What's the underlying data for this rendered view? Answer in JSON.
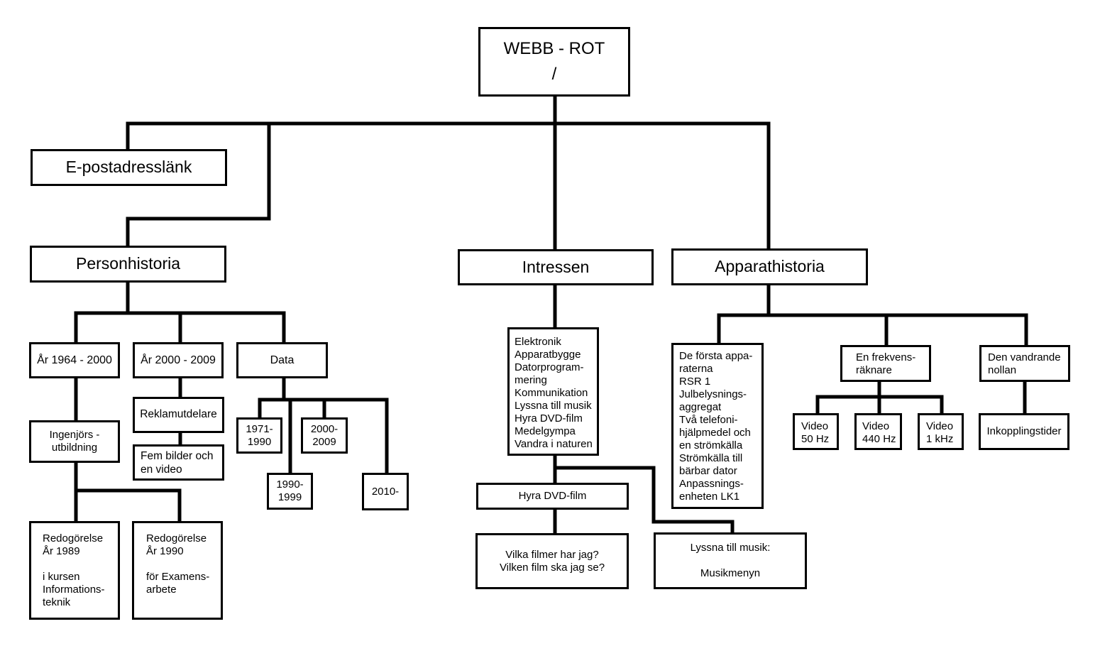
{
  "nodes": {
    "root": "WEBB - ROT\n/",
    "email": "E-postadresslänk",
    "person": "Personhistoria",
    "intressen": "Intressen",
    "apparat": "Apparathistoria",
    "ar1964": "År 1964 - 2000",
    "ar2000": "År 2000 - 2009",
    "data": "Data",
    "ingenjor": "Ingenjörs -\nutbildning",
    "reklam": "Reklamutdelare",
    "fembilder": "Fem bilder och\nen video",
    "d1971": "1971-\n1990",
    "d2000": "2000-\n2009",
    "d1990": "1990-\n1999",
    "d2010": "2010-",
    "redo1989": "Redogörelse\nÅr 1989\n\ni kursen\nInformations-\nteknik",
    "redo1990": "Redogörelse\nÅr 1990\n\nför Examens-\narbete",
    "interestList": "Elektronik\nApparatbygge\nDatorprogram-\nmering\nKommunikation\nLyssna till musik\nHyra DVD-film\nMedelgympa\nVandra i naturen",
    "hyra": "Hyra DVD-film",
    "vilka": "Vilka filmer har jag?\nVilken film ska jag se?",
    "lyssna": "Lyssna till musik:\n\nMusikmenyn",
    "forsta": "De första appa-\nraterna\nRSR 1\nJulbelysnings-\naggregat\nTvå telefoni-\nhjälpmedel och\nen strömkälla\nStrömkälla till\nbärbar dator\nAnpassnings-\nenheten LK1",
    "frekvens": "En frekvens-\nräknare",
    "vandrande": "Den vandrande\nnollan",
    "v50": "Video\n50 Hz",
    "v440": "Video\n440 Hz",
    "v1k": "Video\n1 kHz",
    "inkoppling": "Inkopplingstider"
  }
}
